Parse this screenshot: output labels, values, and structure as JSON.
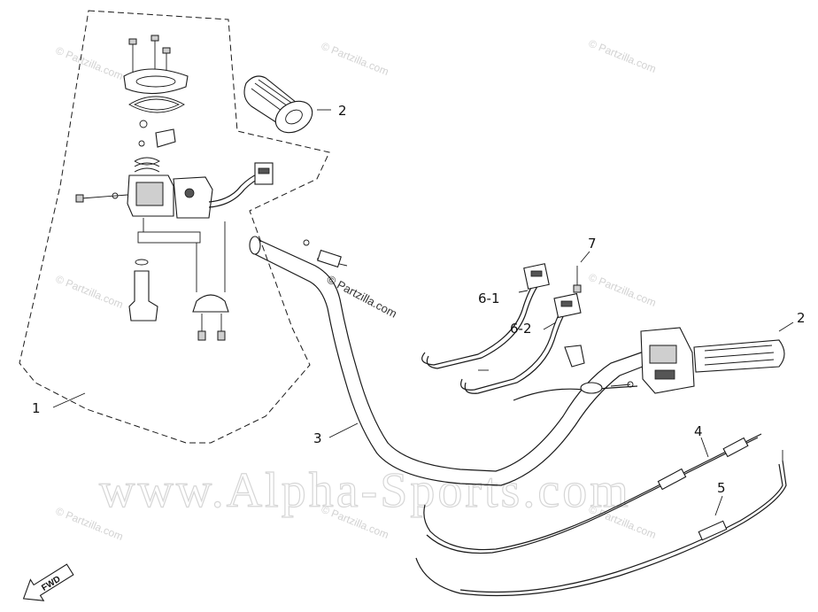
{
  "callouts": {
    "c1": "1",
    "c2a": "2",
    "c2b": "2",
    "c3": "3",
    "c4": "4",
    "c5": "5",
    "c61": "6-1",
    "c62": "6-2",
    "c7": "7"
  },
  "watermarks": {
    "partzilla": "© Partzilla.com",
    "site": "www.Alpha-Sports.com"
  },
  "direction_label": "FWD"
}
